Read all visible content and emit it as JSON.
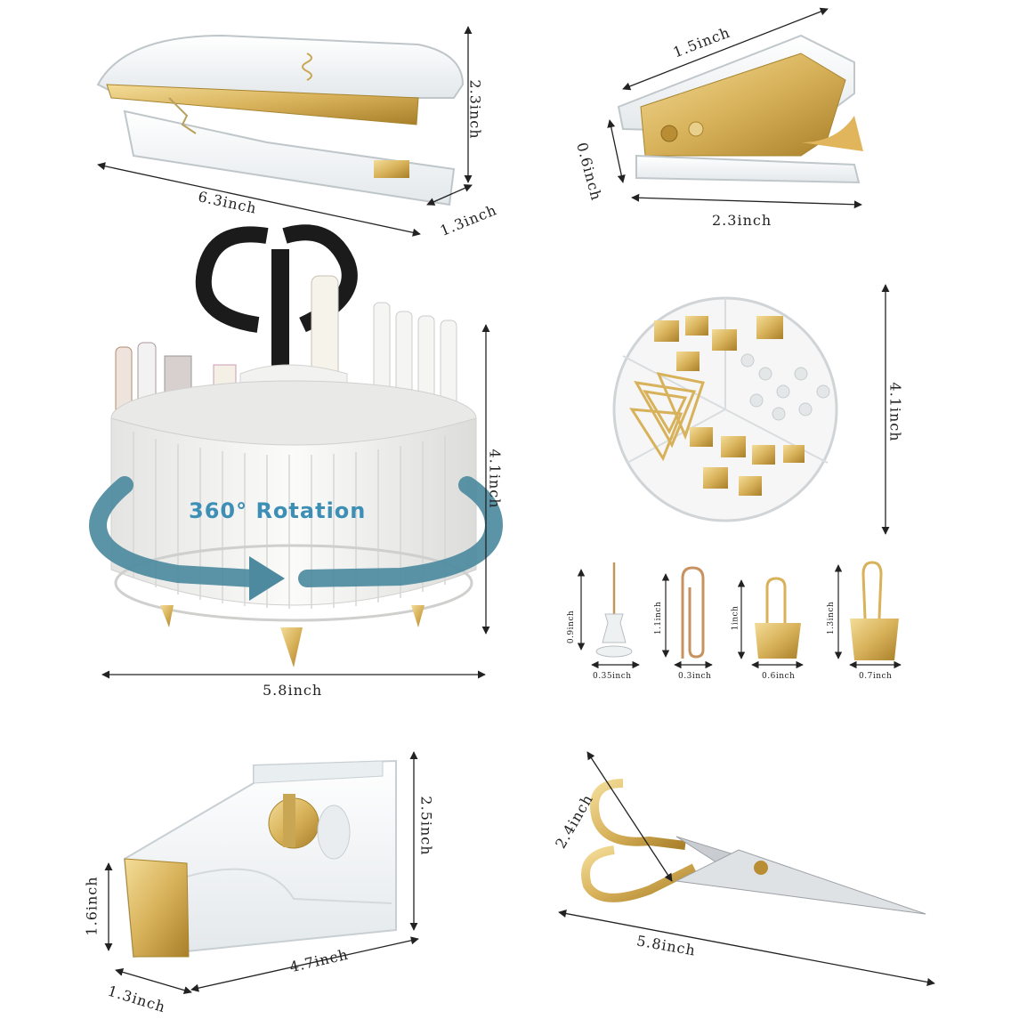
{
  "colors": {
    "gold": "#d8b25a",
    "gold_dark": "#b88d33",
    "acrylic": "#eef2f4",
    "holder_white": "#f4f4f2",
    "rotation_arrow": "#4d8aa0",
    "rotation_text": "#3d8fb5",
    "scissor_black": "#1b1b1b",
    "blade": "#c9ccd0"
  },
  "stapler": {
    "height": "2.3inch",
    "length": "6.3inch",
    "width": "1.3inch"
  },
  "staple_remover": {
    "length": "1.5inch",
    "height": "0.6inch",
    "width": "2.3inch"
  },
  "pen_holder": {
    "height": "4.1inch",
    "diameter": "5.8inch",
    "rotation_label": "360° Rotation"
  },
  "clip_box": {
    "diameter": "4.1inch"
  },
  "small_items": {
    "push_pin": {
      "height": "0.9inch",
      "width": "0.35inch"
    },
    "paper_clip": {
      "height": "1.1inch",
      "width": "0.3inch"
    },
    "small_binder_clip": {
      "height": "1inch",
      "width": "0.6inch"
    },
    "large_binder_clip": {
      "height": "1.3inch",
      "width": "0.7inch"
    }
  },
  "tape_dispenser": {
    "height_back": "2.5inch",
    "height_front": "1.6inch",
    "length": "4.7inch",
    "width": "1.3inch"
  },
  "scissors": {
    "handle": "2.4inch",
    "length": "5.8inch"
  }
}
